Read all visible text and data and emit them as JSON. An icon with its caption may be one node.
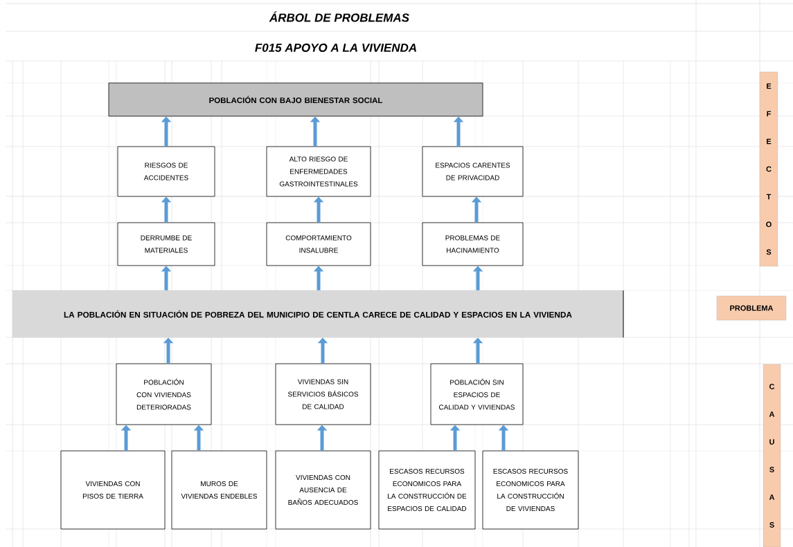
{
  "diagram": {
    "title": "ÁRBOL DE PROBLEMAS",
    "nodes": [
      {
        "text": [
          "POBLACIÓN CON BAJO BIENESTAR SOCIAL"
        ]
      },
      {
        "text": [
          "RIESGOS DE ACCIDENTES"
        ]
      },
      {
        "text": [
          "ALTO RIESGO DE ENFERMEDADES GASTROINTESTINALES"
        ]
      },
      {
        "text": [
          "ESPACIOS CARENTES DE PRIVACIDAD"
        ]
      },
      {
        "text": [
          "DERRUMBE DE MATERIALES"
        ]
      },
      {
        "text": [
          "COMPORTAMIENTO INSALUBRE"
        ]
      },
      {
        "text": [
          "PROBLEMAS DE HACINAMIENTO"
        ]
      },
      {
        "text": [
          "LA POBLACIÓN EN SITUACIÓN DE POBREZA DEL MUNICIPIO DE CENTLA CARECE DE CALIDAD Y ESPACIOS EN LA VIVIENDA"
        ]
      },
      {
        "text": [
          "POBLACIÓN CON VIVIENDAS DETERIORADAS"
        ]
      },
      {
        "text": [
          "VIVIENDAS SIN SERVICIOS BÁSICOS DE CALIDAD"
        ]
      },
      {
        "text": [
          "POBLACIÓN SIN ESPACIOS DE CALIDAD Y VIVIENDAS"
        ]
      },
      {
        "text": [
          "VIVIENDAS  CON PISOS DE TIERRA"
        ]
      },
      {
        "text": [
          "MUROS DE VIVIENDAS ENDEBLES"
        ]
      },
      {
        "text": [
          "VIVIENDAS CON AUSENCIA DE BAÑOS ADECUADOS"
        ]
      },
      {
        "text": [
          "ESCASOS RECURSOS ECONOMICOS PARA LA CONSTRUCCIÓN DE ESPACIOS DE CALIDAD"
        ]
      },
      {
        "text": [
          "ESCASOS RECURSOS ECONOMICOS PARA LA CONSTRUCCIÓN DE VIVIENDAS"
        ]
      },
      {
        "text": [
          "EFECTOS"
        ]
      },
      {
        "text": [
          "PROBLEMA"
        ]
      },
      {
        "text": [
          "CAUSAS"
        ]
      }
    ],
    "edges": [
      {
        "from": 1,
        "to": 0,
        "arrow": "to"
      },
      {
        "from": 2,
        "to": 0,
        "arrow": "to"
      },
      {
        "from": 3,
        "to": 0,
        "arrow": "to"
      },
      {
        "from": 4,
        "to": 1,
        "arrow": "to"
      },
      {
        "from": 5,
        "to": 2,
        "arrow": "to"
      },
      {
        "from": 6,
        "to": 3,
        "arrow": "to"
      },
      {
        "from": 7,
        "to": 4,
        "arrow": "to"
      },
      {
        "from": 7,
        "to": 5,
        "arrow": "to"
      },
      {
        "from": 7,
        "to": 6,
        "arrow": "to"
      },
      {
        "from": 8,
        "to": 7,
        "arrow": "to"
      },
      {
        "from": 9,
        "to": 7,
        "arrow": "to"
      },
      {
        "from": 10,
        "to": 7,
        "arrow": "to"
      },
      {
        "from": 11,
        "to": 8,
        "arrow": "to"
      },
      {
        "from": 12,
        "to": 8,
        "arrow": "to"
      },
      {
        "from": 13,
        "to": 9,
        "arrow": "to"
      },
      {
        "from": 14,
        "to": 10,
        "arrow": "to"
      },
      {
        "from": 15,
        "to": 10,
        "arrow": "to"
      }
    ],
    "labels": [
      "F015 APOYO A LA VIVIENDA"
    ]
  }
}
